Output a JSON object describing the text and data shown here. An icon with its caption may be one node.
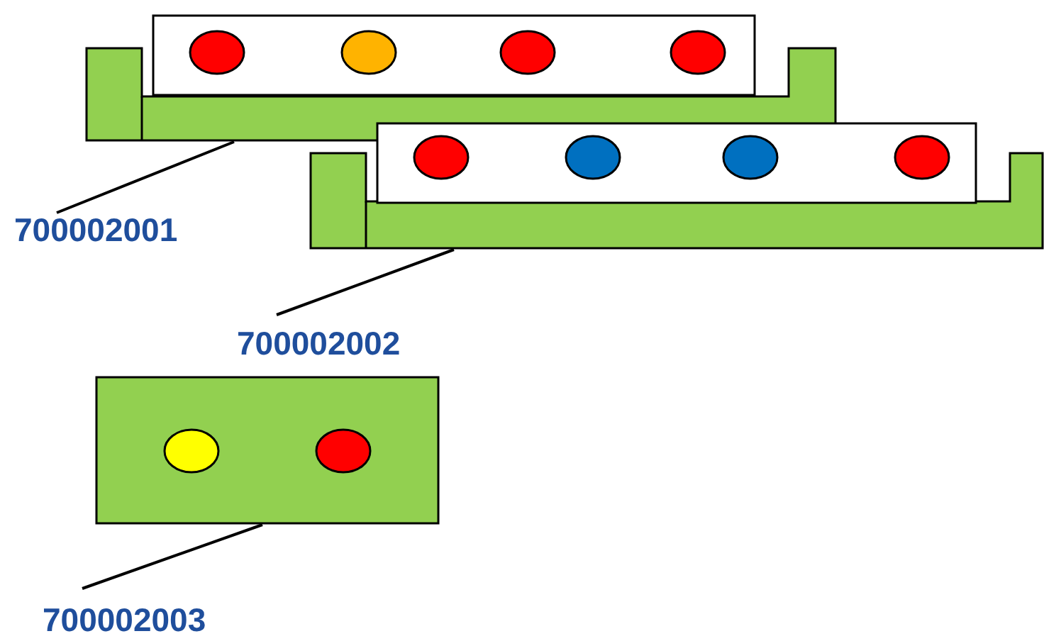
{
  "diagram": {
    "nodes": [
      {
        "text": [],
        "shape": "tray"
      },
      {
        "text": [],
        "shape": "tray"
      },
      {
        "text": [],
        "shape": "box"
      },
      {
        "text": [
          "700002001"
        ]
      },
      {
        "text": [
          "700002002"
        ]
      },
      {
        "text": [
          "700002003"
        ]
      }
    ],
    "edges": [
      {
        "from": 3,
        "to": 0,
        "arrow": "none"
      },
      {
        "from": 4,
        "to": 1,
        "arrow": "none"
      },
      {
        "from": 5,
        "to": 2,
        "arrow": "none"
      }
    ]
  }
}
